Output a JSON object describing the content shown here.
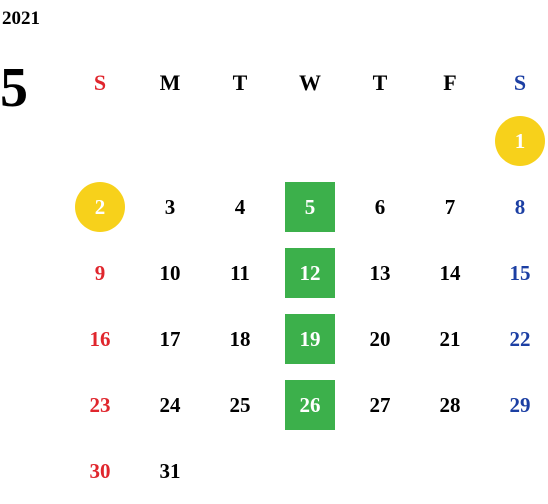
{
  "header": {
    "year": "2021",
    "month": "5"
  },
  "weekday_headers": [
    "S",
    "M",
    "T",
    "W",
    "T",
    "F",
    "S"
  ],
  "weeks": [
    [
      "",
      "",
      "",
      "",
      "",
      "",
      "1"
    ],
    [
      "2",
      "3",
      "4",
      "5",
      "6",
      "7",
      "8"
    ],
    [
      "9",
      "10",
      "11",
      "12",
      "13",
      "14",
      "15"
    ],
    [
      "16",
      "17",
      "18",
      "19",
      "20",
      "21",
      "22"
    ],
    [
      "23",
      "24",
      "25",
      "26",
      "27",
      "28",
      "29"
    ],
    [
      "30",
      "31",
      "",
      "",
      "",
      "",
      ""
    ]
  ],
  "highlights": {
    "circle_days": [
      "1",
      "2"
    ],
    "square_days": [
      "5",
      "12",
      "19",
      "26"
    ]
  },
  "colors": {
    "sunday": "#e0262d",
    "saturday": "#1c3fa3",
    "weekday": "#000000",
    "circle_highlight": "#f7d11b",
    "square_highlight": "#3cb04b",
    "highlight_text": "#ffffff"
  }
}
